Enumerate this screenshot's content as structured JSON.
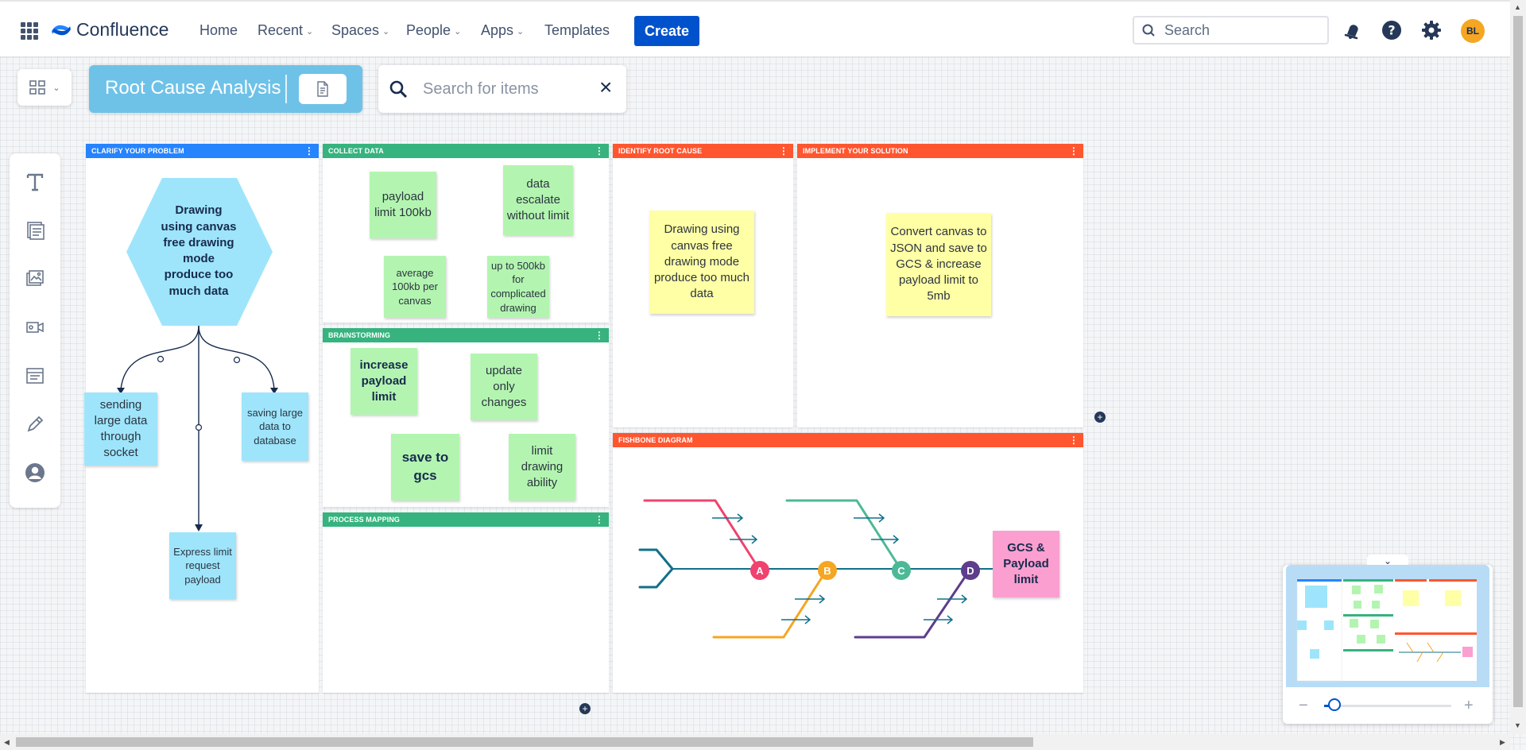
{
  "nav": {
    "app_name": "Confluence",
    "items": [
      {
        "label": "Home",
        "dropdown": false
      },
      {
        "label": "Recent",
        "dropdown": true
      },
      {
        "label": "Spaces",
        "dropdown": true
      },
      {
        "label": "People",
        "dropdown": true
      },
      {
        "label": "Apps",
        "dropdown": true
      },
      {
        "label": "Templates",
        "dropdown": false
      }
    ],
    "create_label": "Create",
    "search_placeholder": "Search",
    "avatar_initials": "BL",
    "brand_color": "#0052CC",
    "avatar_color": "#F5A623"
  },
  "board": {
    "title": "Root Cause Analysis",
    "item_search_placeholder": "Search for items",
    "close_symbol": "×"
  },
  "toolbar": {
    "tools": [
      "text-tool-icon",
      "sticky-note-icon",
      "image-icon",
      "video-icon",
      "template-icon",
      "pen-icon",
      "avatar-icon"
    ]
  },
  "panels": {
    "clarify": {
      "title": "CLARIFY YOUR PROBLEM",
      "color": "#2684FF",
      "main": "Drawing using canvas free drawing mode produce too much data",
      "left": "sending large data through socket",
      "right": "saving large data to database",
      "bottom": "Express limit request payload"
    },
    "collect": {
      "title": "COLLECT DATA",
      "color": "#36B37E",
      "notes": [
        "payload limit 100kb",
        "data escalate without limit",
        "average 100kb per canvas",
        "up to 500kb for complicated drawing"
      ]
    },
    "brainstorm": {
      "title": "BRAINSTORMING",
      "color": "#36B37E",
      "notes": [
        "increase payload limit",
        "update only changes",
        "save to gcs",
        "limit drawing ability"
      ]
    },
    "process": {
      "title": "PROCESS MAPPING",
      "color": "#36B37E"
    },
    "identify": {
      "title": "IDENTIFY ROOT CAUSE",
      "color": "#FF5630",
      "note": "Drawing using canvas free drawing mode produce too much data"
    },
    "implement": {
      "title": "IMPLEMENT YOUR SOLUTION",
      "color": "#FF5630",
      "note": "Convert canvas to JSON and save to GCS & increase payload limit to 5mb"
    },
    "fishbone": {
      "title": "FISHBONE DIAGRAM",
      "color": "#FF5630",
      "head": "GCS & Payload limit",
      "nodes": [
        {
          "label": "A",
          "color": "#F0426E"
        },
        {
          "label": "B",
          "color": "#F5A623"
        },
        {
          "label": "C",
          "color": "#4CB996"
        },
        {
          "label": "D",
          "color": "#5E3D8C"
        }
      ]
    }
  },
  "minimap": {
    "zoom_minus": "−",
    "zoom_plus": "+",
    "zoom_level": 0.08,
    "collapse_symbol": "⌄"
  }
}
